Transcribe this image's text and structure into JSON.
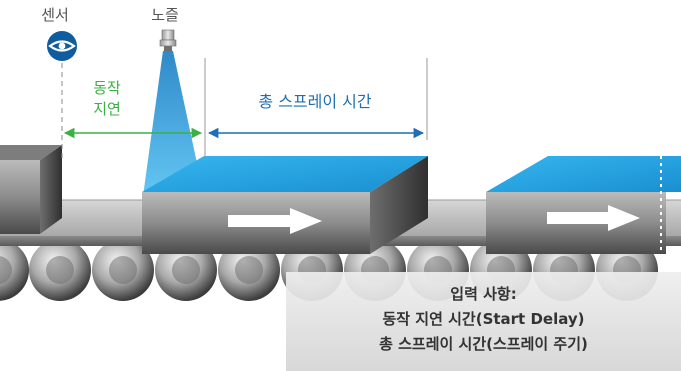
{
  "labels": {
    "sensor": "센서",
    "nozzle": "노즐",
    "delay_line1": "동작",
    "delay_line2": "지연",
    "total_spray": "총 스프레이 시간"
  },
  "info_box": {
    "title": "입력 사항:",
    "line1": "동작 지연 시간(Start Delay)",
    "line2": "총 스프레이 시간(스프레이 주기)"
  },
  "icons": {
    "sensor": "eye-icon",
    "nozzle": "spray-nozzle-icon",
    "direction": "right-arrow-icon"
  },
  "colors": {
    "sensor_blue": "#0f5c9e",
    "spray_blue": "#2aa3e0",
    "delay_green": "#3cb043",
    "spray_text_blue": "#1e6fb3",
    "conveyor_gray": "#bdbdbd"
  }
}
